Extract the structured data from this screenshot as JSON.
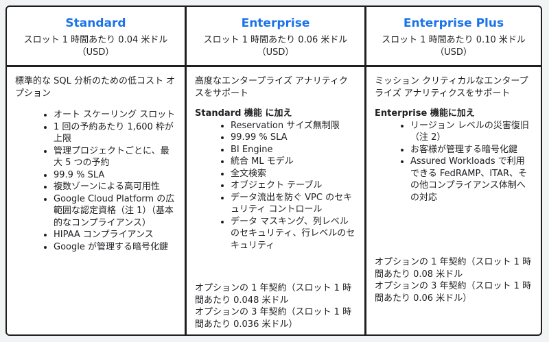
{
  "tiers": [
    {
      "name": "Standard",
      "price_line1": "スロット 1 時間あたり 0.04 米ドル",
      "price_line2": "（USD）",
      "description": "標準的な SQL 分析のための低コスト オプション",
      "features": [
        "オート スケーリング スロット",
        "1 回の予約あたり 1,600 枠が上限",
        "管理プロジェクトごとに、最大 5 つの予約",
        "99.9 % SLA",
        "複数ゾーンによる高可用性",
        "Google Cloud Platform の広範囲な認定資格（注 1）（基本的なコンプライアンス）",
        "HIPAA コンプライアンス",
        "Google が管理する暗号化鍵"
      ]
    },
    {
      "name": "Enterprise",
      "price_line1": "スロット 1 時間あたり 0.06 米ドル",
      "price_line2": "（USD）",
      "description": "高度なエンタープライズ アナリティクスをサポート",
      "subheading": "Standard 機能 に加え",
      "features": [
        "Reservation サイズ無制限",
        "99.99 % SLA",
        "BI Engine",
        "統合 ML モデル",
        "全文検索",
        "オブジェクト テーブル",
        "データ流出を防ぐ VPC のセキュリティ コントロール",
        "データ マスキング、列レベルのセキュリティ、行レベルのセキュリティ"
      ],
      "option_1yr": "オプションの 1 年契約（スロット 1 時間あたり 0.048 米ドル",
      "option_3yr": "オプションの 3 年契約（スロット 1 時間あたり 0.036 米ドル）"
    },
    {
      "name": "Enterprise Plus",
      "price_line1": "スロット 1 時間あたり 0.10 米ドル",
      "price_line2": "（USD）",
      "description": "ミッション クリティカルなエンタープライズ アナリティクスをサポート",
      "subheading": "Enterprise 機能に加え",
      "features": [
        "リージョン レベルの災害復旧（注 2）",
        "お客様が管理する暗号化鍵",
        "Assured Workloads で利用できる FedRAMP、ITAR、その他コンプライアンス体制への対応"
      ],
      "option_1yr": "オプションの 1 年契約（スロット 1 時間あたり 0.08 米ドル",
      "option_3yr": "オプションの 3 年契約（スロット 1 時間あたり 0.06 米ドル）"
    }
  ],
  "colors": {
    "accent": "#1a73e8",
    "border": "#1f1f1f",
    "background": "#f1f3f4"
  }
}
